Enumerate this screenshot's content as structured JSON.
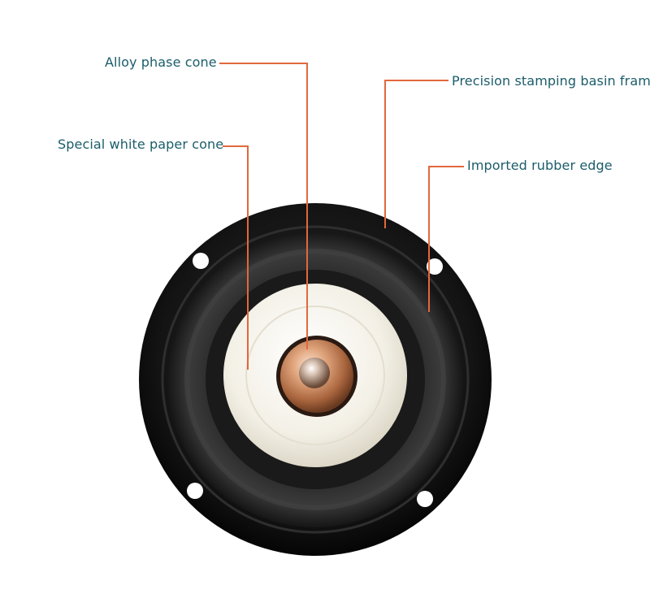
{
  "callouts": {
    "alloy_phase_cone": "Alloy phase cone",
    "precision_basin_frame": "Precision stamping basin frame",
    "white_paper_cone": "Special white paper cone",
    "rubber_edge": "Imported rubber edge"
  },
  "colors": {
    "leader_line": "#e2683c",
    "label_text": "#1b5d6a",
    "frame": "#111111",
    "rubber": "#1c1c1c",
    "paper_cone": "#f1eee4",
    "phase_cone": "#c88a5c"
  }
}
